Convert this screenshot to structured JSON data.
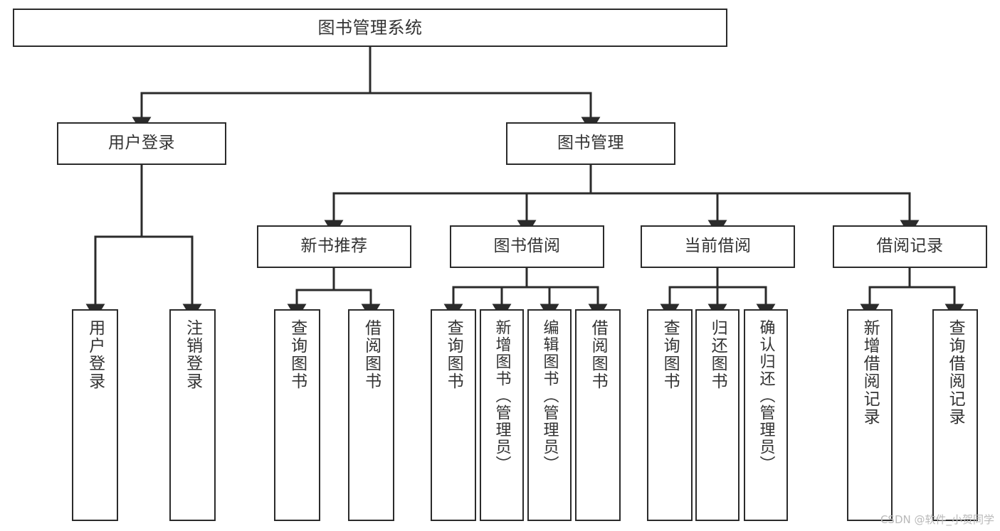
{
  "diagram": {
    "type": "tree",
    "title": "图书管理系统",
    "orientation": "top-down",
    "colors": {
      "box_border": "#2b2b2b",
      "box_fill": "#ffffff",
      "edge": "#2b2b2b",
      "text": "#333333",
      "background": "#ffffff",
      "watermark": "#b9b9b9"
    },
    "root": {
      "label": "图书管理系统"
    },
    "level2": [
      {
        "label": "用户登录"
      },
      {
        "label": "图书管理"
      }
    ],
    "level3": [
      {
        "label": "新书推荐"
      },
      {
        "label": "图书借阅"
      },
      {
        "label": "当前借阅"
      },
      {
        "label": "借阅记录"
      }
    ],
    "leaves": {
      "user_login": [
        {
          "label": "用户登录"
        },
        {
          "label": "注销登录"
        }
      ],
      "new_book_recommend": [
        {
          "label": "查询图书"
        },
        {
          "label": "借阅图书"
        }
      ],
      "book_borrow": [
        {
          "label": "查询图书"
        },
        {
          "label": "新增图书（管理员）"
        },
        {
          "label": "编辑图书（管理员）"
        },
        {
          "label": "借阅图书"
        }
      ],
      "current_borrow": [
        {
          "label": "查询图书"
        },
        {
          "label": "归还图书"
        },
        {
          "label": "确认归还（管理员）"
        }
      ],
      "borrow_record": [
        {
          "label": "新增借阅记录"
        },
        {
          "label": "查询借阅记录"
        }
      ]
    }
  },
  "watermark": {
    "text": "CSDN @软件_小贺同学"
  }
}
